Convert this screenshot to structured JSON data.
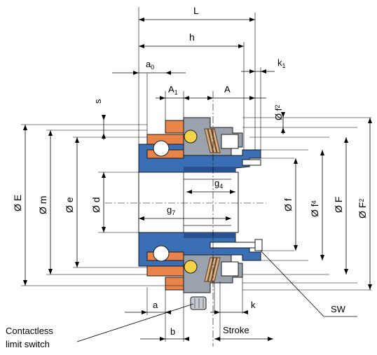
{
  "labels": {
    "L": "L",
    "h": "h",
    "a0_main": "a",
    "a0_sub": "0",
    "k1_main": "k",
    "k1_sub": "1",
    "A1_main": "A",
    "A1_sub": "1",
    "A": "A",
    "s": "s",
    "f2_main": "Ø f",
    "f2_sub": "2",
    "E": "Ø E",
    "m": "Ø m",
    "e": "Ø e",
    "d": "Ø d",
    "f": "Ø f",
    "f4_main": "Ø f",
    "f4_sub": "4",
    "F": "Ø F",
    "F2_main": "Ø F",
    "F2_sub": "2",
    "g4_main": "g",
    "g4_sub": "4",
    "g7_main": "g",
    "g7_sub": "7",
    "a": "a",
    "b": "b",
    "k": "k",
    "stroke": "Stroke",
    "SW": "SW",
    "switch_line1": "Contactless",
    "switch_line2": "limit switch"
  },
  "colors": {
    "hub": "#3a6fb5",
    "hub_dark": "#2a5290",
    "bearing_ring": "#e8834a",
    "ball_outer": "#ffffff",
    "ball_inner": "#f4d24a",
    "housing": "#9aa3ad",
    "spring": "#d9b38a",
    "bore": "#ffffff"
  }
}
